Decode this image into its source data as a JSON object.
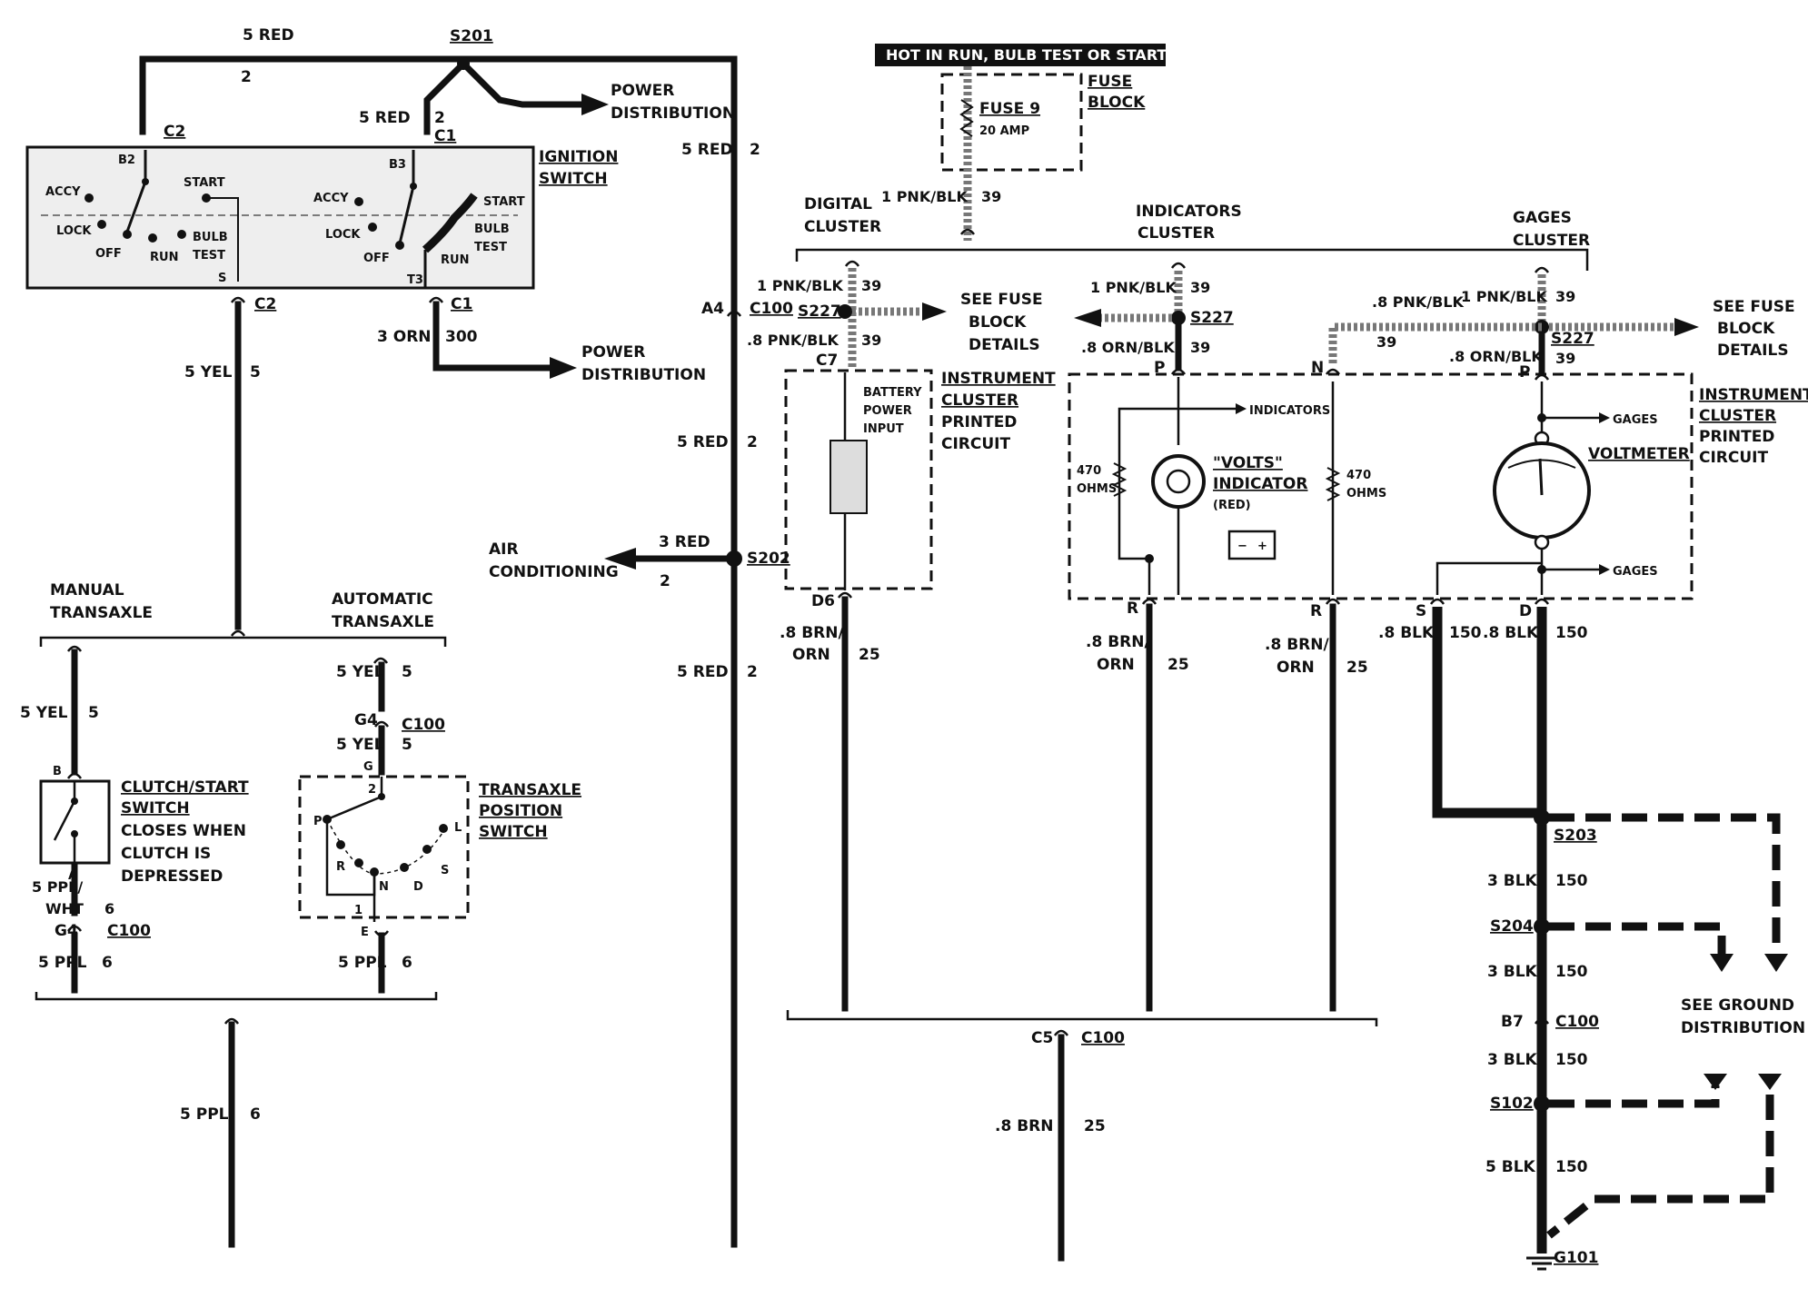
{
  "header": {
    "hot_label": "HOT IN RUN, BULB TEST OR START"
  },
  "fuse": {
    "name": "FUSE 9",
    "rating": "20 AMP",
    "block_label_1": "FUSE",
    "block_label_2": "BLOCK"
  },
  "ignition": {
    "label_1": "IGNITION",
    "label_2": "SWITCH",
    "pos_accy": "ACCY",
    "pos_lock": "LOCK",
    "pos_off": "OFF",
    "pos_run": "RUN",
    "pos_start": "START",
    "pos_bulb": "BULB",
    "pos_test": "TEST",
    "pin_b2": "B2",
    "pin_b3": "B3",
    "pin_s": "S",
    "pin_t3": "T3",
    "conn_c2_top": "C2",
    "conn_c1_top": "C1",
    "conn_c2_bot": "C2",
    "conn_c1_bot": "C1"
  },
  "splices": {
    "s201": "S201",
    "s202": "S202",
    "s227a": "S227",
    "s227b": "S227",
    "s227c": "S227",
    "s203": "S203",
    "s204": "S204",
    "s102": "S102",
    "g101": "G101"
  },
  "destinations": {
    "power_dist_1a": "POWER",
    "power_dist_1b": "DISTRIBUTION",
    "power_dist_2a": "POWER",
    "power_dist_2b": "DISTRIBUTION",
    "air_cond_a": "AIR",
    "air_cond_b": "CONDITIONING",
    "fuse_details_1a": "SEE FUSE",
    "fuse_details_1b": "BLOCK",
    "fuse_details_1c": "DETAILS",
    "fuse_details_2a": "SEE FUSE",
    "fuse_details_2b": "BLOCK",
    "fuse_details_2c": "DETAILS",
    "ground_dist_a": "SEE GROUND",
    "ground_dist_b": "DISTRIBUTION"
  },
  "wires": {
    "red5_top": "5 RED",
    "red5_top_num": "2",
    "red5_s201": "5 RED",
    "red5_s201_num": "2",
    "red5_main1": "5 RED",
    "red5_main1_num": "2",
    "red5_main2": "5 RED",
    "red5_main2_num": "2",
    "red5_main3": "5 RED",
    "red5_main3_num": "2",
    "red3_ac": "3 RED",
    "red3_ac_num": "2",
    "orn3": "3 ORN",
    "orn3_num": "300",
    "yel5_a": "5 YEL",
    "yel5_a_num": "5",
    "yel5_b": "5 YEL",
    "yel5_b_num": "5",
    "yel5_c": "5 YEL",
    "yel5_c_num": "5",
    "yel5_d": "5 YEL",
    "yel5_d_num": "5",
    "ppl_wht": "5 PPL/",
    "ppl_wht_2": "WHT",
    "ppl_wht_num": "6",
    "ppl5_a": "5 PPL",
    "ppl5_a_num": "6",
    "ppl5_b": "5 PPL",
    "ppl5_b_num": "6",
    "ppl5_c": "5 PPL",
    "ppl5_c_num": "6",
    "pnkblk_fuse": "1 PNK/BLK",
    "pnkblk_fuse_num": "39",
    "pnkblk_dig": "1 PNK/BLK",
    "pnkblk_dig_num": "39",
    "pnkblk8_dig": ".8 PNK/BLK",
    "pnkblk8_dig_num": "39",
    "pnkblk_ind": "1 PNK/BLK",
    "pnkblk_ind_num": "39",
    "ornblk_ind": ".8 ORN/BLK",
    "ornblk_ind_num": "39",
    "pnkblk8_gag": ".8 PNK/BLK",
    "pnkblk8_gag_num": "39",
    "pnkblk_gag": "1 PNK/BLK",
    "pnkblk_gag_num": "39",
    "ornblk_gag": ".8 ORN/BLK",
    "ornblk_gag_num": "39",
    "brnorn_d6": ".8 BRN/",
    "brnorn_d6_2": "ORN",
    "brnorn_d6_num": "25",
    "brnorn_r1": ".8 BRN/",
    "brnorn_r1_2": "ORN",
    "brnorn_r1_num": "25",
    "brnorn_r2": ".8 BRN/",
    "brnorn_r2_2": "ORN",
    "brnorn_r2_num": "25",
    "brn8": ".8 BRN",
    "brn8_num": "25",
    "blk8_s": ".8 BLK",
    "blk8_s_num": "150",
    "blk8_d": ".8 BLK",
    "blk8_d_num": "150",
    "blk3_a": "3 BLK",
    "blk3_a_num": "150",
    "blk3_b": "3 BLK",
    "blk3_b_num": "150",
    "blk3_c": "3 BLK",
    "blk3_c_num": "150",
    "blk5": "5 BLK",
    "blk5_num": "150"
  },
  "connectors": {
    "a4": "A4",
    "c100_a4": "C100",
    "c7": "C7",
    "d6": "D6",
    "g4_auto": "G4",
    "c100_auto": "C100",
    "g_pin": "G",
    "e_pin": "E",
    "g4_man": "G4",
    "c100_man": "C100",
    "b_pin": "B",
    "a_pin": "A",
    "c5": "C5",
    "c100_c5": "C100",
    "b7": "B7",
    "c100_b7": "C100",
    "p1": "P",
    "n1": "N",
    "p2": "P",
    "r1": "R",
    "r2": "R",
    "s_pin": "S",
    "d_pin": "D"
  },
  "clusters": {
    "digital_1": "DIGITAL",
    "digital_2": "CLUSTER",
    "indicators_1": "INDICATORS",
    "indicators_2": "CLUSTER",
    "gages_1": "GAGES",
    "gages_2": "CLUSTER"
  },
  "ipc": {
    "left_1": "INSTRUMENT",
    "left_2": "CLUSTER",
    "left_3": "PRINTED",
    "left_4": "CIRCUIT",
    "right_1": "INSTRUMENT",
    "right_2": "CLUSTER",
    "right_3": "PRINTED",
    "right_4": "CIRCUIT",
    "battery_1": "BATTERY",
    "battery_2": "POWER",
    "battery_3": "INPUT",
    "indicators_tap": "INDICATORS",
    "gages_tap_1": "GAGES",
    "gages_tap_2": "GAGES",
    "ohms_l_1": "470",
    "ohms_l_2": "OHMS",
    "ohms_r_1": "470",
    "ohms_r_2": "OHMS",
    "volts_1": "\"VOLTS\"",
    "volts_2": "INDICATOR",
    "volts_3": "(RED)",
    "voltmeter": "VOLTMETER"
  },
  "transaxle": {
    "manual_1": "MANUAL",
    "manual_2": "TRANSAXLE",
    "auto_1": "AUTOMATIC",
    "auto_2": "TRANSAXLE",
    "clutch_1": "CLUTCH/START",
    "clutch_2": "SWITCH",
    "clutch_3": "CLOSES WHEN",
    "clutch_4": "CLUTCH IS",
    "clutch_5": "DEPRESSED",
    "tps_1": "TRANSAXLE",
    "tps_2": "POSITION",
    "tps_3": "SWITCH",
    "pos_p": "P",
    "pos_r": "R",
    "pos_n": "N",
    "pos_d": "D",
    "pos_s": "S",
    "pos_l": "L",
    "pin_2": "2",
    "pin_1": "1"
  }
}
